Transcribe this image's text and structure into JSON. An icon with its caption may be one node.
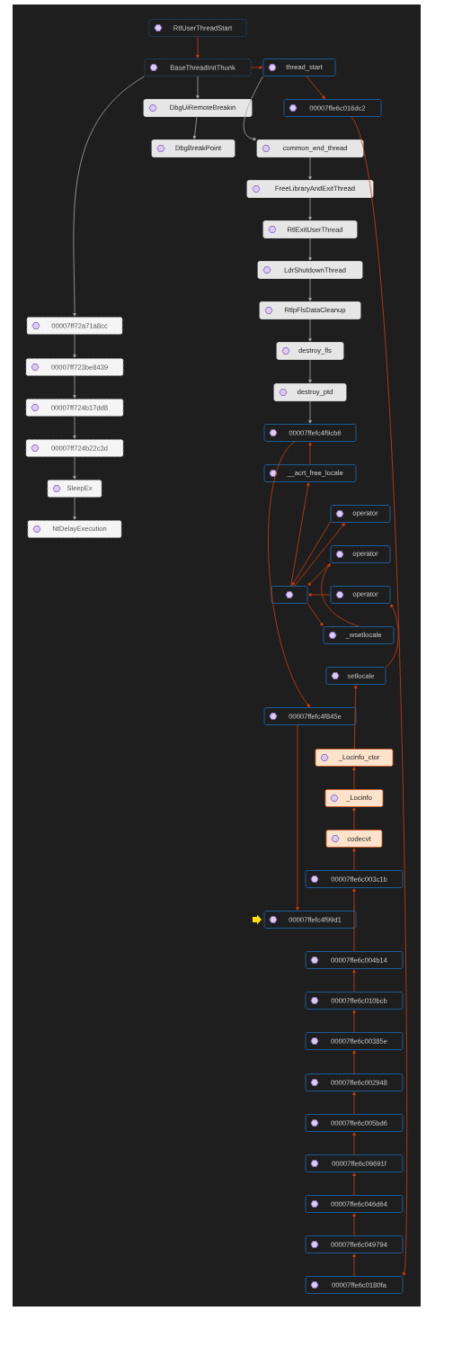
{
  "diagram": {
    "nodes": [
      {
        "text": [
          "RtlUserThreadStart"
        ]
      },
      {
        "text": [
          "BaseThreadInitThunk"
        ]
      },
      {
        "text": [
          "thread_start"
        ]
      },
      {
        "text": [
          "DbgUiRemoteBreakin"
        ]
      },
      {
        "text": [
          "DbgBreakPoint"
        ]
      },
      {
        "text": [
          "00007ffe6c016dc2"
        ]
      },
      {
        "text": [
          "common_end_thread"
        ]
      },
      {
        "text": [
          "FreeLibraryAndExitThread"
        ]
      },
      {
        "text": [
          "RtlExitUserThread"
        ]
      },
      {
        "text": [
          "LdrShutdownThread"
        ]
      },
      {
        "text": [
          "RtlpFlsDataCleanup"
        ]
      },
      {
        "text": [
          "destroy_fls"
        ]
      },
      {
        "text": [
          "destroy_ptd"
        ]
      },
      {
        "text": [
          "00007ffefc4f9cb6"
        ]
      },
      {
        "text": [
          "__acrt_free_locale"
        ]
      },
      {
        "text": [
          "operator"
        ]
      },
      {
        "text": [
          "operator"
        ]
      },
      {
        "text": [],
        "shape": "box"
      },
      {
        "text": [
          "operator"
        ]
      },
      {
        "text": [
          "_wsetlocale"
        ]
      },
      {
        "text": [
          "setlocale"
        ]
      },
      {
        "text": [
          "00007ffefc4f845e"
        ]
      },
      {
        "text": [
          "_Locinfo_ctor"
        ]
      },
      {
        "text": [
          "_Locinfo"
        ]
      },
      {
        "text": [
          "codecvt"
        ]
      },
      {
        "text": [
          "00007ffe6c003c1b"
        ]
      },
      {
        "text": [
          "00007ffefc4f99d1"
        ]
      },
      {
        "text": [
          "00007ffe6c004b14"
        ]
      },
      {
        "text": [
          "00007ffe6c010bcb"
        ]
      },
      {
        "text": [
          "00007ffe6c00385e"
        ]
      },
      {
        "text": [
          "00007ffe6c002948"
        ]
      },
      {
        "text": [
          "00007ffe6c005bd6"
        ]
      },
      {
        "text": [
          "00007ffe6c09691f"
        ]
      },
      {
        "text": [
          "00007ffe6c046d64"
        ]
      },
      {
        "text": [
          "00007ffe6c049794"
        ]
      },
      {
        "text": [
          "00007ffe6c0180fa"
        ]
      },
      {
        "text": [
          "00007ff72a71a8cc"
        ]
      },
      {
        "text": [
          "00007ff723be8439"
        ]
      },
      {
        "text": [
          "00007ff724b17dd8"
        ]
      },
      {
        "text": [
          "00007ff724b22c3d"
        ]
      },
      {
        "text": [
          "SleepEx"
        ]
      },
      {
        "text": [
          "NtDelayExecution"
        ]
      }
    ],
    "edges": [
      {
        "from": 0,
        "to": 1,
        "arrow": "to"
      },
      {
        "from": 1,
        "to": 2,
        "arrow": "to"
      },
      {
        "from": 1,
        "to": 3,
        "arrow": "to",
        "color": "#a8a8a8"
      },
      {
        "from": 3,
        "to": 4,
        "arrow": "to",
        "color": "#a8a8a8"
      },
      {
        "from": 1,
        "to": 36,
        "arrow": "to",
        "color": "#a8a8a8"
      },
      {
        "from": 36,
        "to": 37,
        "arrow": "to",
        "color": "#a8a8a8"
      },
      {
        "from": 37,
        "to": 38,
        "arrow": "to",
        "color": "#a8a8a8"
      },
      {
        "from": 38,
        "to": 39,
        "arrow": "to",
        "color": "#a8a8a8"
      },
      {
        "from": 39,
        "to": 40,
        "arrow": "to",
        "color": "#a8a8a8"
      },
      {
        "from": 40,
        "to": 41,
        "arrow": "to",
        "color": "#a8a8a8"
      },
      {
        "from": 2,
        "to": 5,
        "arrow": "to"
      },
      {
        "from": 2,
        "to": 6,
        "arrow": "to",
        "color": "#a8a8a8"
      },
      {
        "from": 6,
        "to": 7,
        "arrow": "to",
        "color": "#a8a8a8"
      },
      {
        "from": 7,
        "to": 8,
        "arrow": "to",
        "color": "#a8a8a8"
      },
      {
        "from": 8,
        "to": 9,
        "arrow": "to",
        "color": "#a8a8a8"
      },
      {
        "from": 9,
        "to": 10,
        "arrow": "to",
        "color": "#a8a8a8"
      },
      {
        "from": 10,
        "to": 11,
        "arrow": "to",
        "color": "#a8a8a8"
      },
      {
        "from": 11,
        "to": 12,
        "arrow": "to",
        "color": "#a8a8a8"
      },
      {
        "from": 12,
        "to": 13,
        "arrow": "to",
        "color": "#a8a8a8"
      },
      {
        "from": 5,
        "to": 35,
        "arrow": "to"
      },
      {
        "from": 35,
        "to": 34,
        "arrow": "to"
      },
      {
        "from": 34,
        "to": 33,
        "arrow": "to"
      },
      {
        "from": 33,
        "to": 32,
        "arrow": "to"
      },
      {
        "from": 32,
        "to": 31,
        "arrow": "to"
      },
      {
        "from": 31,
        "to": 30,
        "arrow": "to"
      },
      {
        "from": 30,
        "to": 29,
        "arrow": "to"
      },
      {
        "from": 29,
        "to": 28,
        "arrow": "to"
      },
      {
        "from": 28,
        "to": 27,
        "arrow": "to"
      },
      {
        "from": 27,
        "to": 25,
        "arrow": "to"
      },
      {
        "from": 25,
        "to": 24,
        "arrow": "to"
      },
      {
        "from": 24,
        "to": 23,
        "arrow": "to"
      },
      {
        "from": 23,
        "to": 22,
        "arrow": "to"
      },
      {
        "from": 22,
        "to": 20,
        "arrow": "to"
      },
      {
        "from": 20,
        "to": 18,
        "arrow": "to"
      },
      {
        "from": 18,
        "to": 17,
        "arrow": "to"
      },
      {
        "from": 17,
        "to": 14,
        "arrow": "to"
      },
      {
        "from": 14,
        "to": 13,
        "arrow": "to"
      },
      {
        "from": 17,
        "to": 15,
        "arrow": "to"
      },
      {
        "from": 15,
        "to": 17,
        "arrow": "to"
      },
      {
        "from": 16,
        "to": 17,
        "arrow": "to"
      },
      {
        "from": 19,
        "to": 16,
        "arrow": "to"
      },
      {
        "from": 17,
        "to": 19,
        "arrow": "to"
      },
      {
        "from": 13,
        "to": 21,
        "arrow": "to"
      },
      {
        "from": 21,
        "to": 26,
        "arrow": "to"
      }
    ]
  }
}
